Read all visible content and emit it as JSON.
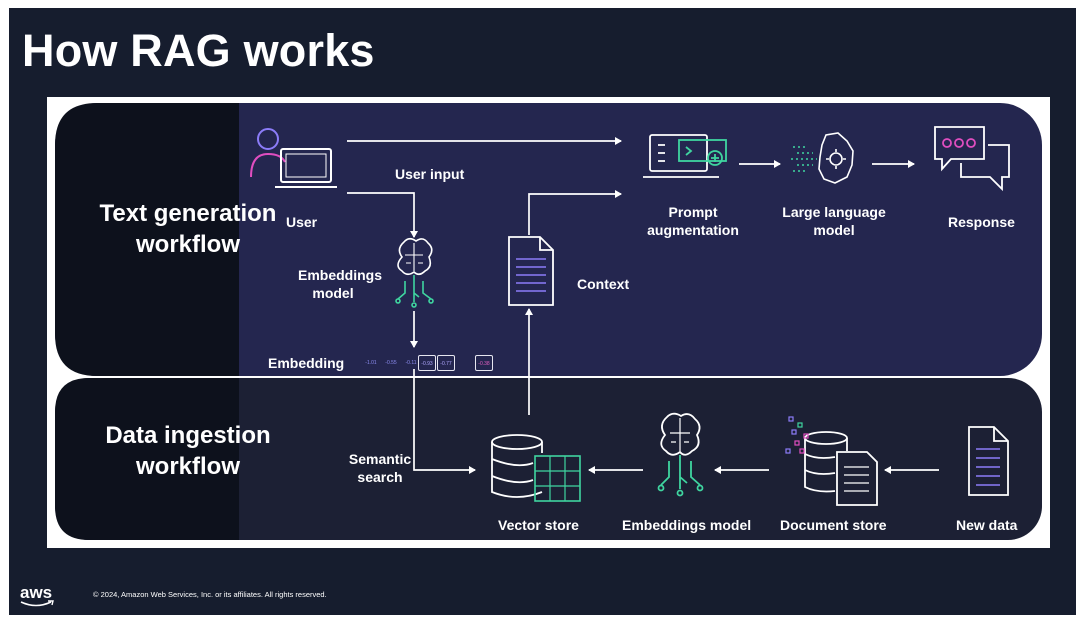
{
  "title": "How RAG works",
  "lanes": {
    "text_generation": "Text generation workflow",
    "data_ingestion": "Data ingestion workflow"
  },
  "labels": {
    "user": "User",
    "user_input": "User input",
    "embeddings_model_top": "Embeddings model",
    "embedding": "Embedding",
    "context": "Context",
    "prompt_augmentation": "Prompt augmentation",
    "llm": "Large language model",
    "response": "Response",
    "semantic_search": "Semantic search",
    "vector_store": "Vector store",
    "embeddings_model_bottom": "Embeddings model",
    "document_store": "Document store",
    "new_data": "New data"
  },
  "embedding_values": [
    "-1.01",
    "-0.55",
    "-0.11",
    "-0.93",
    "-0.77",
    "",
    "-0.38"
  ],
  "footer": {
    "logo": "aws",
    "copyright": "© 2024, Amazon Web Services, Inc. or its affiliates. All rights reserved."
  },
  "colors": {
    "background": "#161d2e",
    "top_lane": "#24264f",
    "bottom_lane": "#1c2034",
    "lane_header": "#0d111c",
    "accent_purple": "#8c7cf8",
    "accent_green": "#3fd5a0",
    "accent_pink": "#e04ec0"
  }
}
